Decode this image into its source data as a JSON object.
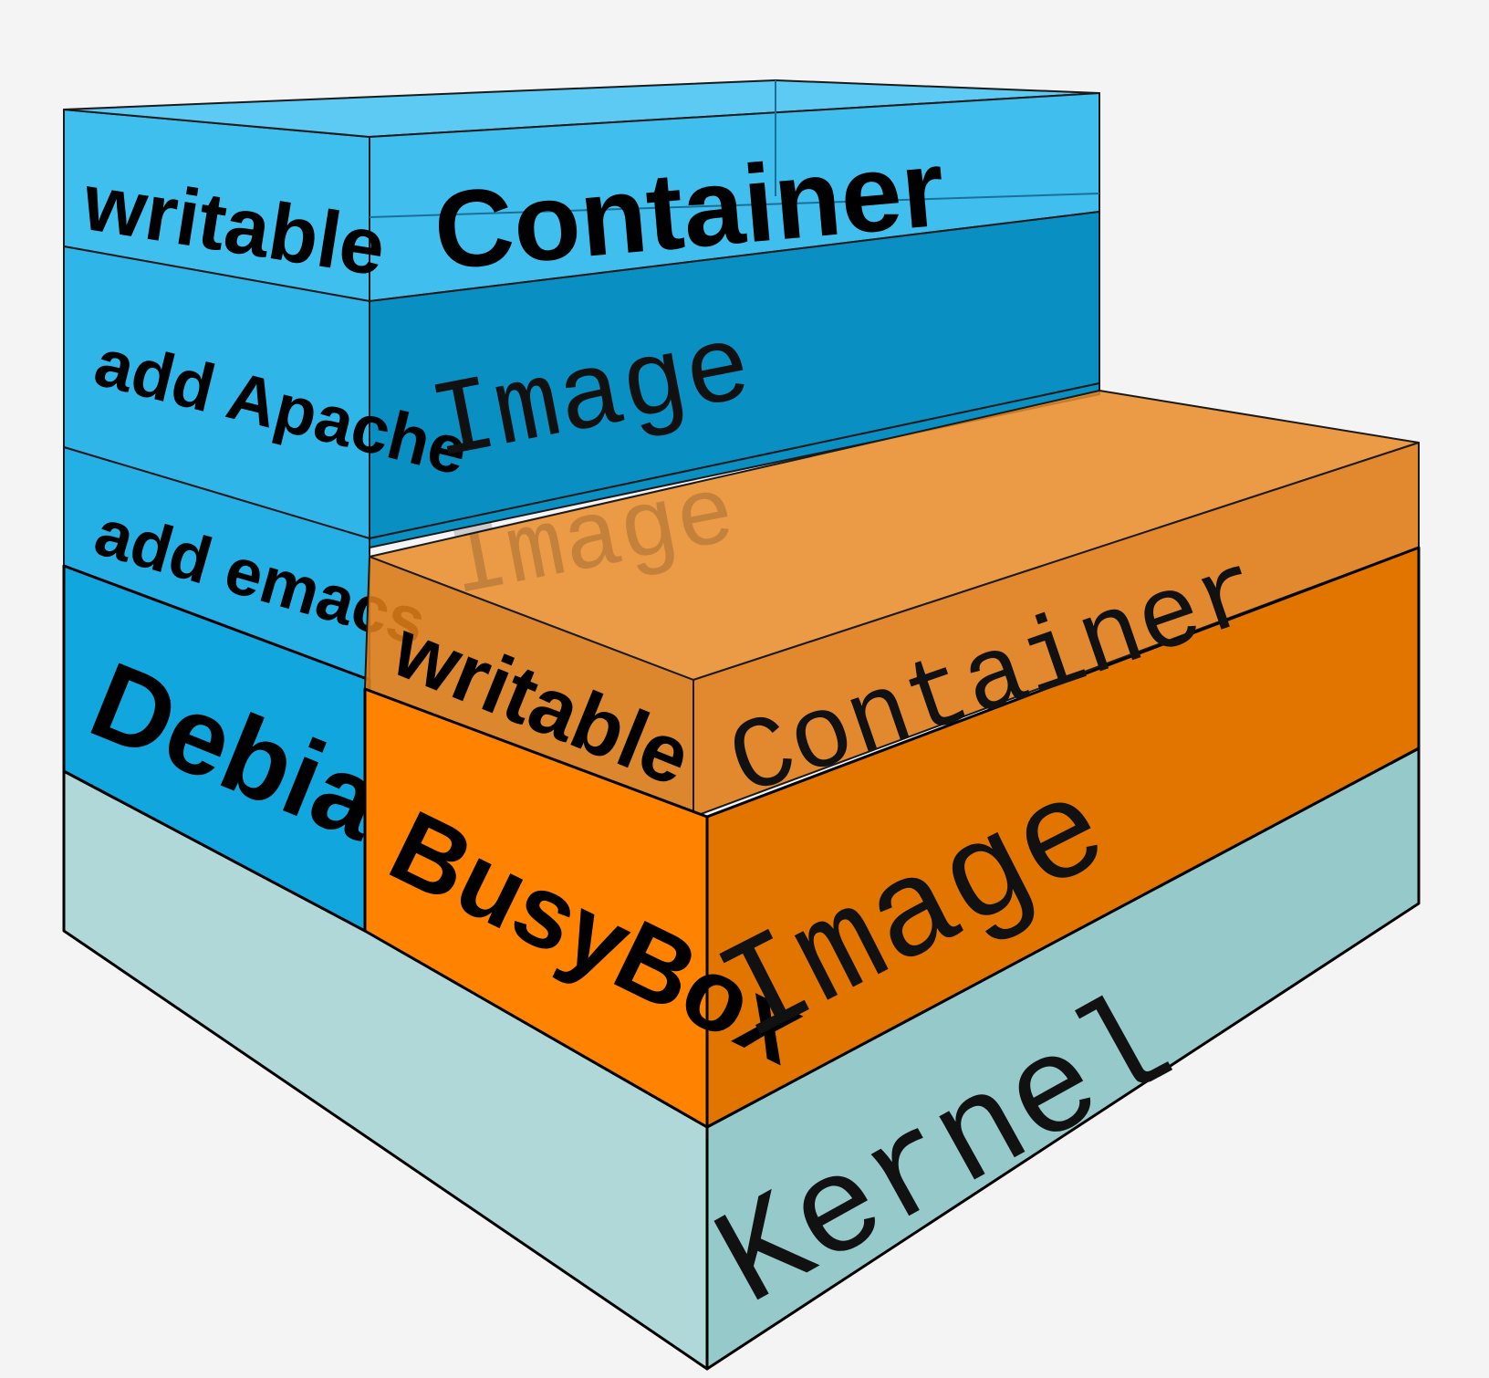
{
  "diagram": {
    "blue_stack": {
      "container": {
        "side_label": "writable",
        "front_label": "Container"
      },
      "layers": [
        {
          "label": "add Apache"
        },
        {
          "label": "add emacs"
        },
        {
          "label": "Debian"
        }
      ],
      "image_label": "Image"
    },
    "orange_stack": {
      "container": {
        "side_label": "writable",
        "front_label": "Container"
      },
      "ghost_label": "Image",
      "base_label": "BusyBox",
      "image_label": "Image"
    },
    "kernel": {
      "label": "Kernel"
    },
    "colors": {
      "background": "#f4f4f4",
      "blue_light": "#3fbfee",
      "blue_mid": "#1aa9e0",
      "blue_dark": "#0a8fc2",
      "orange_light": "#f39a2e",
      "orange": "#ff8300",
      "orange_dark": "#e27500",
      "kernel_light": "#b0d8d8",
      "kernel_dark": "#96c9c9"
    }
  }
}
